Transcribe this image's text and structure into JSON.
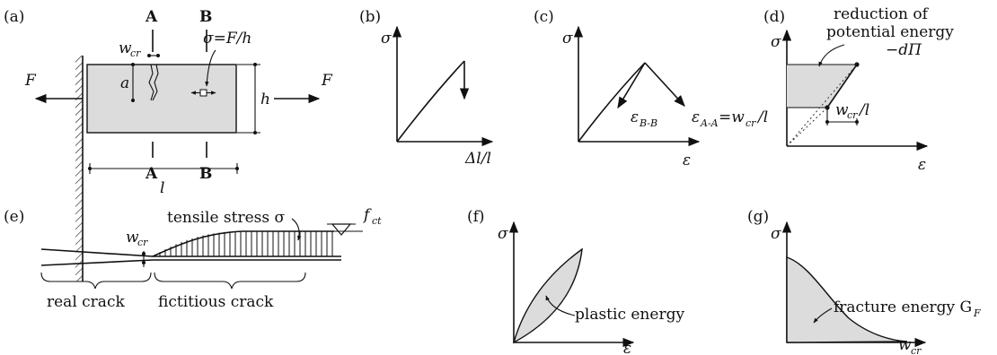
{
  "panels": {
    "a": {
      "tag": "(a)",
      "section_A_top": "A",
      "section_B_top": "B",
      "section_A_bottom": "A",
      "section_B_bottom": "B",
      "force_left": "F",
      "force_right": "F",
      "crack_width_main": "w",
      "crack_width_sub": "cr",
      "stress_eq": "σ=F/h",
      "notch_depth": "a",
      "height": "h",
      "length": "l"
    },
    "b": {
      "tag": "(b)",
      "y_axis": "σ",
      "x_axis": "Δl/l"
    },
    "c": {
      "tag": "(c)",
      "y_axis": "σ",
      "x_axis": "ε",
      "eps_bb_main": "ε",
      "eps_bb_sub": "B-B",
      "eps_aa_main": "ε",
      "eps_aa_sub": "A-A",
      "eps_aa_rest": "=w",
      "eps_aa_sub2": "cr",
      "eps_aa_tail": "/l"
    },
    "d": {
      "tag": "(d)",
      "y_axis": "σ",
      "x_axis": "ε",
      "note_line1": "reduction of",
      "note_line2": "potential energy",
      "note_line3": "−dΠ",
      "wcr_main": "w",
      "wcr_sub": "cr",
      "wcr_tail": "/l"
    },
    "e": {
      "tag": "(e)",
      "stress_label": "tensile stress σ",
      "fct_main": "f",
      "fct_sub": "ct",
      "wcr_main": "w",
      "wcr_sub": "cr",
      "real_crack": "real crack",
      "fictitious_crack": "fictitious crack"
    },
    "f": {
      "tag": "(f)",
      "y_axis": "σ",
      "x_axis": "ε",
      "area_label": "plastic energy"
    },
    "g": {
      "tag": "(g)",
      "y_axis": "σ",
      "x_main": "w",
      "x_sub": "cr",
      "area_label": "fracture energy G",
      "area_sub": "F"
    }
  }
}
